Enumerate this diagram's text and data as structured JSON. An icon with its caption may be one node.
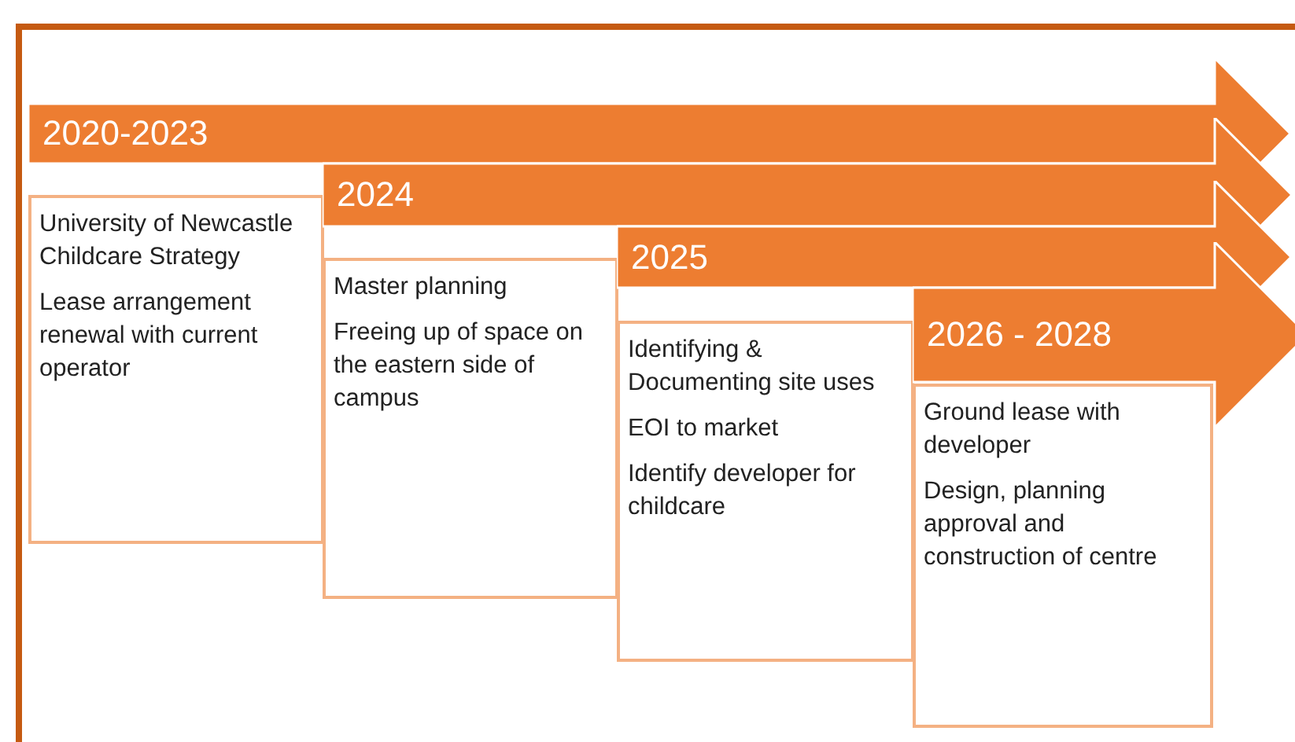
{
  "diagram": {
    "nodes": [
      {
        "text": [
          "2020-2023"
        ]
      },
      {
        "text": [
          "University of Newcastle Childcare Strategy",
          "Lease arrangement renewal with current operator"
        ]
      },
      {
        "text": [
          "2024"
        ]
      },
      {
        "text": [
          "Master planning",
          "Freeing up of space on the eastern side of campus"
        ]
      },
      {
        "text": [
          "2025"
        ]
      },
      {
        "text": [
          "Identifying & Documenting site uses",
          "EOI to market",
          "Identify developer for childcare"
        ]
      },
      {
        "text": [
          "2026 - 2028"
        ]
      },
      {
        "text": [
          "Ground lease with developer",
          "Design, planning approval and construction of centre"
        ]
      }
    ]
  }
}
